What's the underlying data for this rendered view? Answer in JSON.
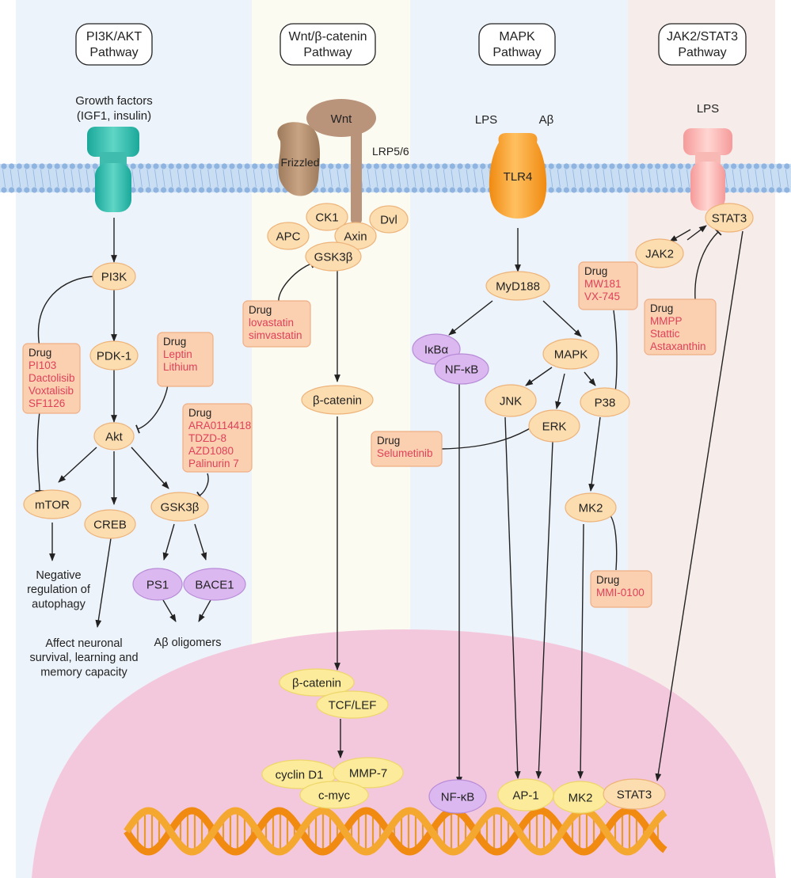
{
  "pathways": {
    "pi3k": "PI3K/AKT\nPathway",
    "wnt": "Wnt/β-catenin\nPathway",
    "mapk": "MAPK\nPathway",
    "jak": "JAK2/STAT3\nPathway"
  },
  "ligands": {
    "growth": "Growth factors\n(IGF1, insulin)",
    "lps_mapk": "LPS",
    "abeta": "Aβ",
    "lps_jak": "LPS",
    "wnt": "Wnt",
    "lrp": "LRP5/6",
    "frizzled": "Frizzled",
    "tlr4": "TLR4"
  },
  "nodes": {
    "pi3k": "PI3K",
    "pdk1": "PDK-1",
    "akt": "Akt",
    "mtor": "mTOR",
    "creb": "CREB",
    "gsk3b": "GSK3β",
    "ps1": "PS1",
    "bace1": "BACE1",
    "ck1": "CK1",
    "dvl": "Dvl",
    "apc": "APC",
    "axin": "Axin",
    "gsk3b_wnt": "GSK3β",
    "bcat": "β-catenin",
    "bcat_nuc": "β-catenin",
    "tcf": "TCF/LEF",
    "cyclin": "cyclin D1",
    "mmp7": "MMP-7",
    "cmyc": "c-myc",
    "myd": "MyD188",
    "ikba": "IκBα",
    "nfkb": "NF-κB",
    "mapk": "MAPK",
    "jnk": "JNK",
    "erk": "ERK",
    "p38": "P38",
    "mk2": "MK2",
    "jak2": "JAK2",
    "stat3": "STAT3",
    "nfkb_nuc": "NF-κB",
    "ap1": "AP-1",
    "mk2_nuc": "MK2",
    "stat3_nuc": "STAT3"
  },
  "outcomes": {
    "autophagy": "Negative\nregulation of\nautophagy",
    "neuronal": "Affect neuronal\nsurvival, learning and\nmemory capacity",
    "oligomers": "Aβ oligomers"
  },
  "drugs": {
    "label": "Drug",
    "pi3k": [
      "PI103",
      "Dactolisib",
      "Voxtalisib",
      "SF1126"
    ],
    "akt": [
      "Leptin",
      "Lithium"
    ],
    "gsk3b": [
      "ARA0114418",
      "TDZD-8",
      "AZD1080",
      "Palinurin 7"
    ],
    "wnt": [
      "lovastatin",
      "simvastatin"
    ],
    "erk": [
      "Selumetinib"
    ],
    "p38": [
      "MW181",
      "VX-745"
    ],
    "mk2": [
      "MMI-0100"
    ],
    "stat3": [
      "MMPP",
      "Stattic",
      "Astaxanthin"
    ]
  },
  "colors": {
    "orange_node": "#FCDDB0",
    "purple_node": "#DCB8F0",
    "yellow_node": "#FBEB9A",
    "drug_box": "#FAD0B0",
    "drug_text": "#E0405A",
    "nucleus": "#F3C8DD",
    "membrane": "#A9C8EA",
    "dna": "#F0A020"
  }
}
